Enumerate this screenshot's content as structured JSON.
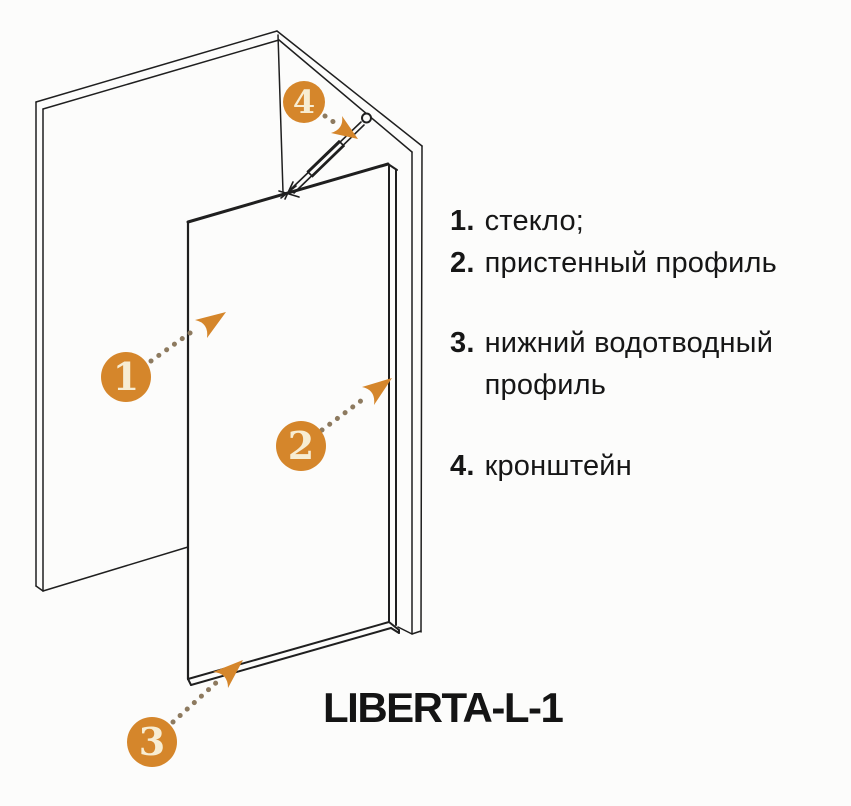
{
  "diagram": {
    "title": "LIBERTA-L-1",
    "callouts": [
      {
        "number": "1",
        "label": "стекло"
      },
      {
        "number": "2",
        "label": "пристенный профиль"
      },
      {
        "number": "3",
        "label": "нижний водотводный профиль"
      },
      {
        "number": "4",
        "label": "кронштейн"
      }
    ],
    "legend": {
      "items": [
        {
          "num": "1.",
          "text": "стекло;"
        },
        {
          "num": "2.",
          "text": "пристенный профиль"
        },
        {
          "num": "3.",
          "text": "нижний водотводный профиль"
        },
        {
          "num": "4.",
          "text": "кронштейн"
        }
      ]
    },
    "colors": {
      "accent_orange": "#d5862b",
      "number_cream": "#f7edd3",
      "line_black": "#1f1f1f",
      "dot_brown": "#8d7a5f"
    }
  }
}
